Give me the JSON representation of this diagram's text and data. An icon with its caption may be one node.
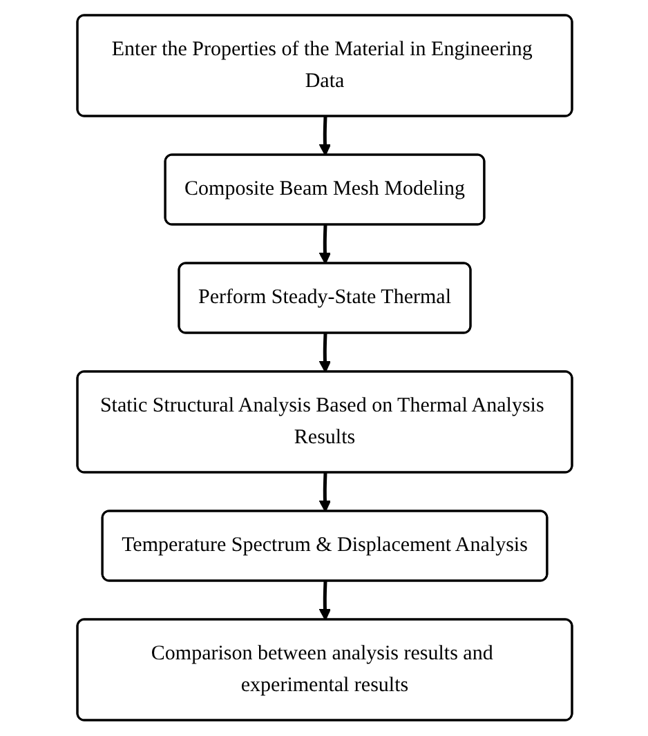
{
  "diagram": {
    "nodes": [
      {
        "text": [
          "Enter the Properties of the Material in Engineering Data"
        ]
      },
      {
        "text": [
          "Composite Beam Mesh Modeling"
        ]
      },
      {
        "text": [
          "Perform Steady-State Thermal"
        ]
      },
      {
        "text": [
          "Static Structural Analysis Based on Thermal Analysis Results"
        ]
      },
      {
        "text": [
          "Temperature Spectrum & Displacement Analysis"
        ]
      },
      {
        "text": [
          "Comparison between analysis results and experimental results"
        ]
      }
    ],
    "edges": [
      {
        "from": 0,
        "to": 1,
        "arrow": "to"
      },
      {
        "from": 1,
        "to": 2,
        "arrow": "to"
      },
      {
        "from": 2,
        "to": 3,
        "arrow": "to"
      },
      {
        "from": 3,
        "to": 4,
        "arrow": "to"
      },
      {
        "from": 4,
        "to": 5,
        "arrow": "to"
      }
    ]
  }
}
